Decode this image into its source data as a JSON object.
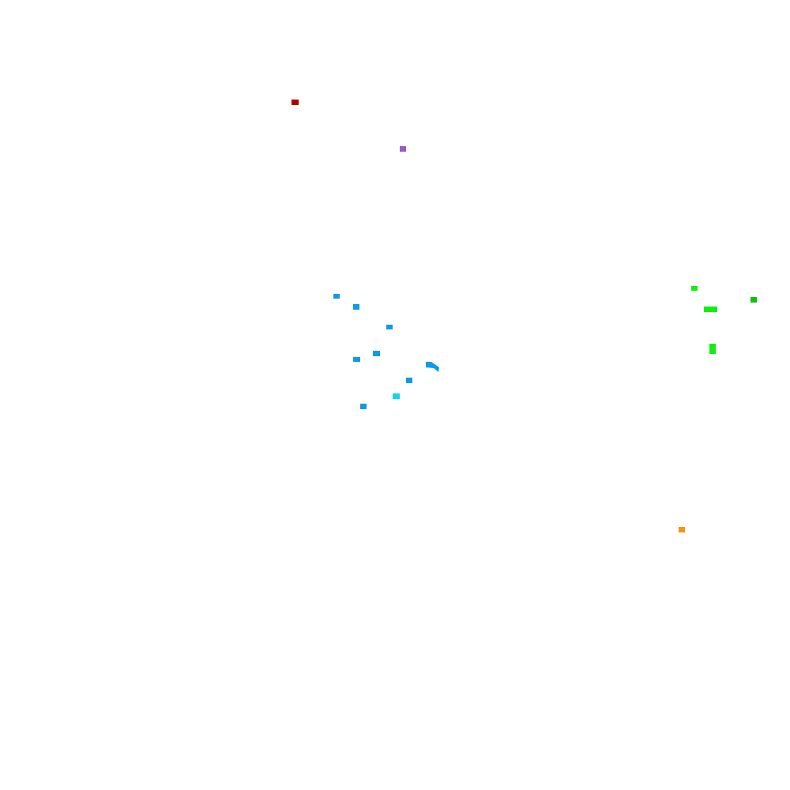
{
  "canvas": {
    "background_color": "#ffffff"
  },
  "blobs": [
    {
      "name": "dark-red-blob",
      "color": "#b00000"
    },
    {
      "name": "purple-blob",
      "color": "#9a5cc6"
    },
    {
      "name": "blue-blob-1",
      "color": "#0c9be8"
    },
    {
      "name": "blue-blob-2",
      "color": "#0c9be8"
    },
    {
      "name": "blue-blob-3",
      "color": "#0c9be8"
    },
    {
      "name": "blue-blob-4",
      "color": "#0c9be8"
    },
    {
      "name": "blue-blob-5",
      "color": "#0c9be8"
    },
    {
      "name": "blue-curved-blob",
      "color": "#0c9be8"
    },
    {
      "name": "blue-blob-6",
      "color": "#0c9be8"
    },
    {
      "name": "cyan-blob",
      "color": "#10d7e6"
    },
    {
      "name": "blue-blob-7",
      "color": "#0c9be8"
    },
    {
      "name": "green-blob-1",
      "color": "#10f010"
    },
    {
      "name": "dark-green-blob",
      "color": "#10c010"
    },
    {
      "name": "green-blob-2",
      "color": "#10f010"
    },
    {
      "name": "green-blob-3",
      "color": "#10f010"
    },
    {
      "name": "orange-blob",
      "color": "#f2960e"
    }
  ]
}
